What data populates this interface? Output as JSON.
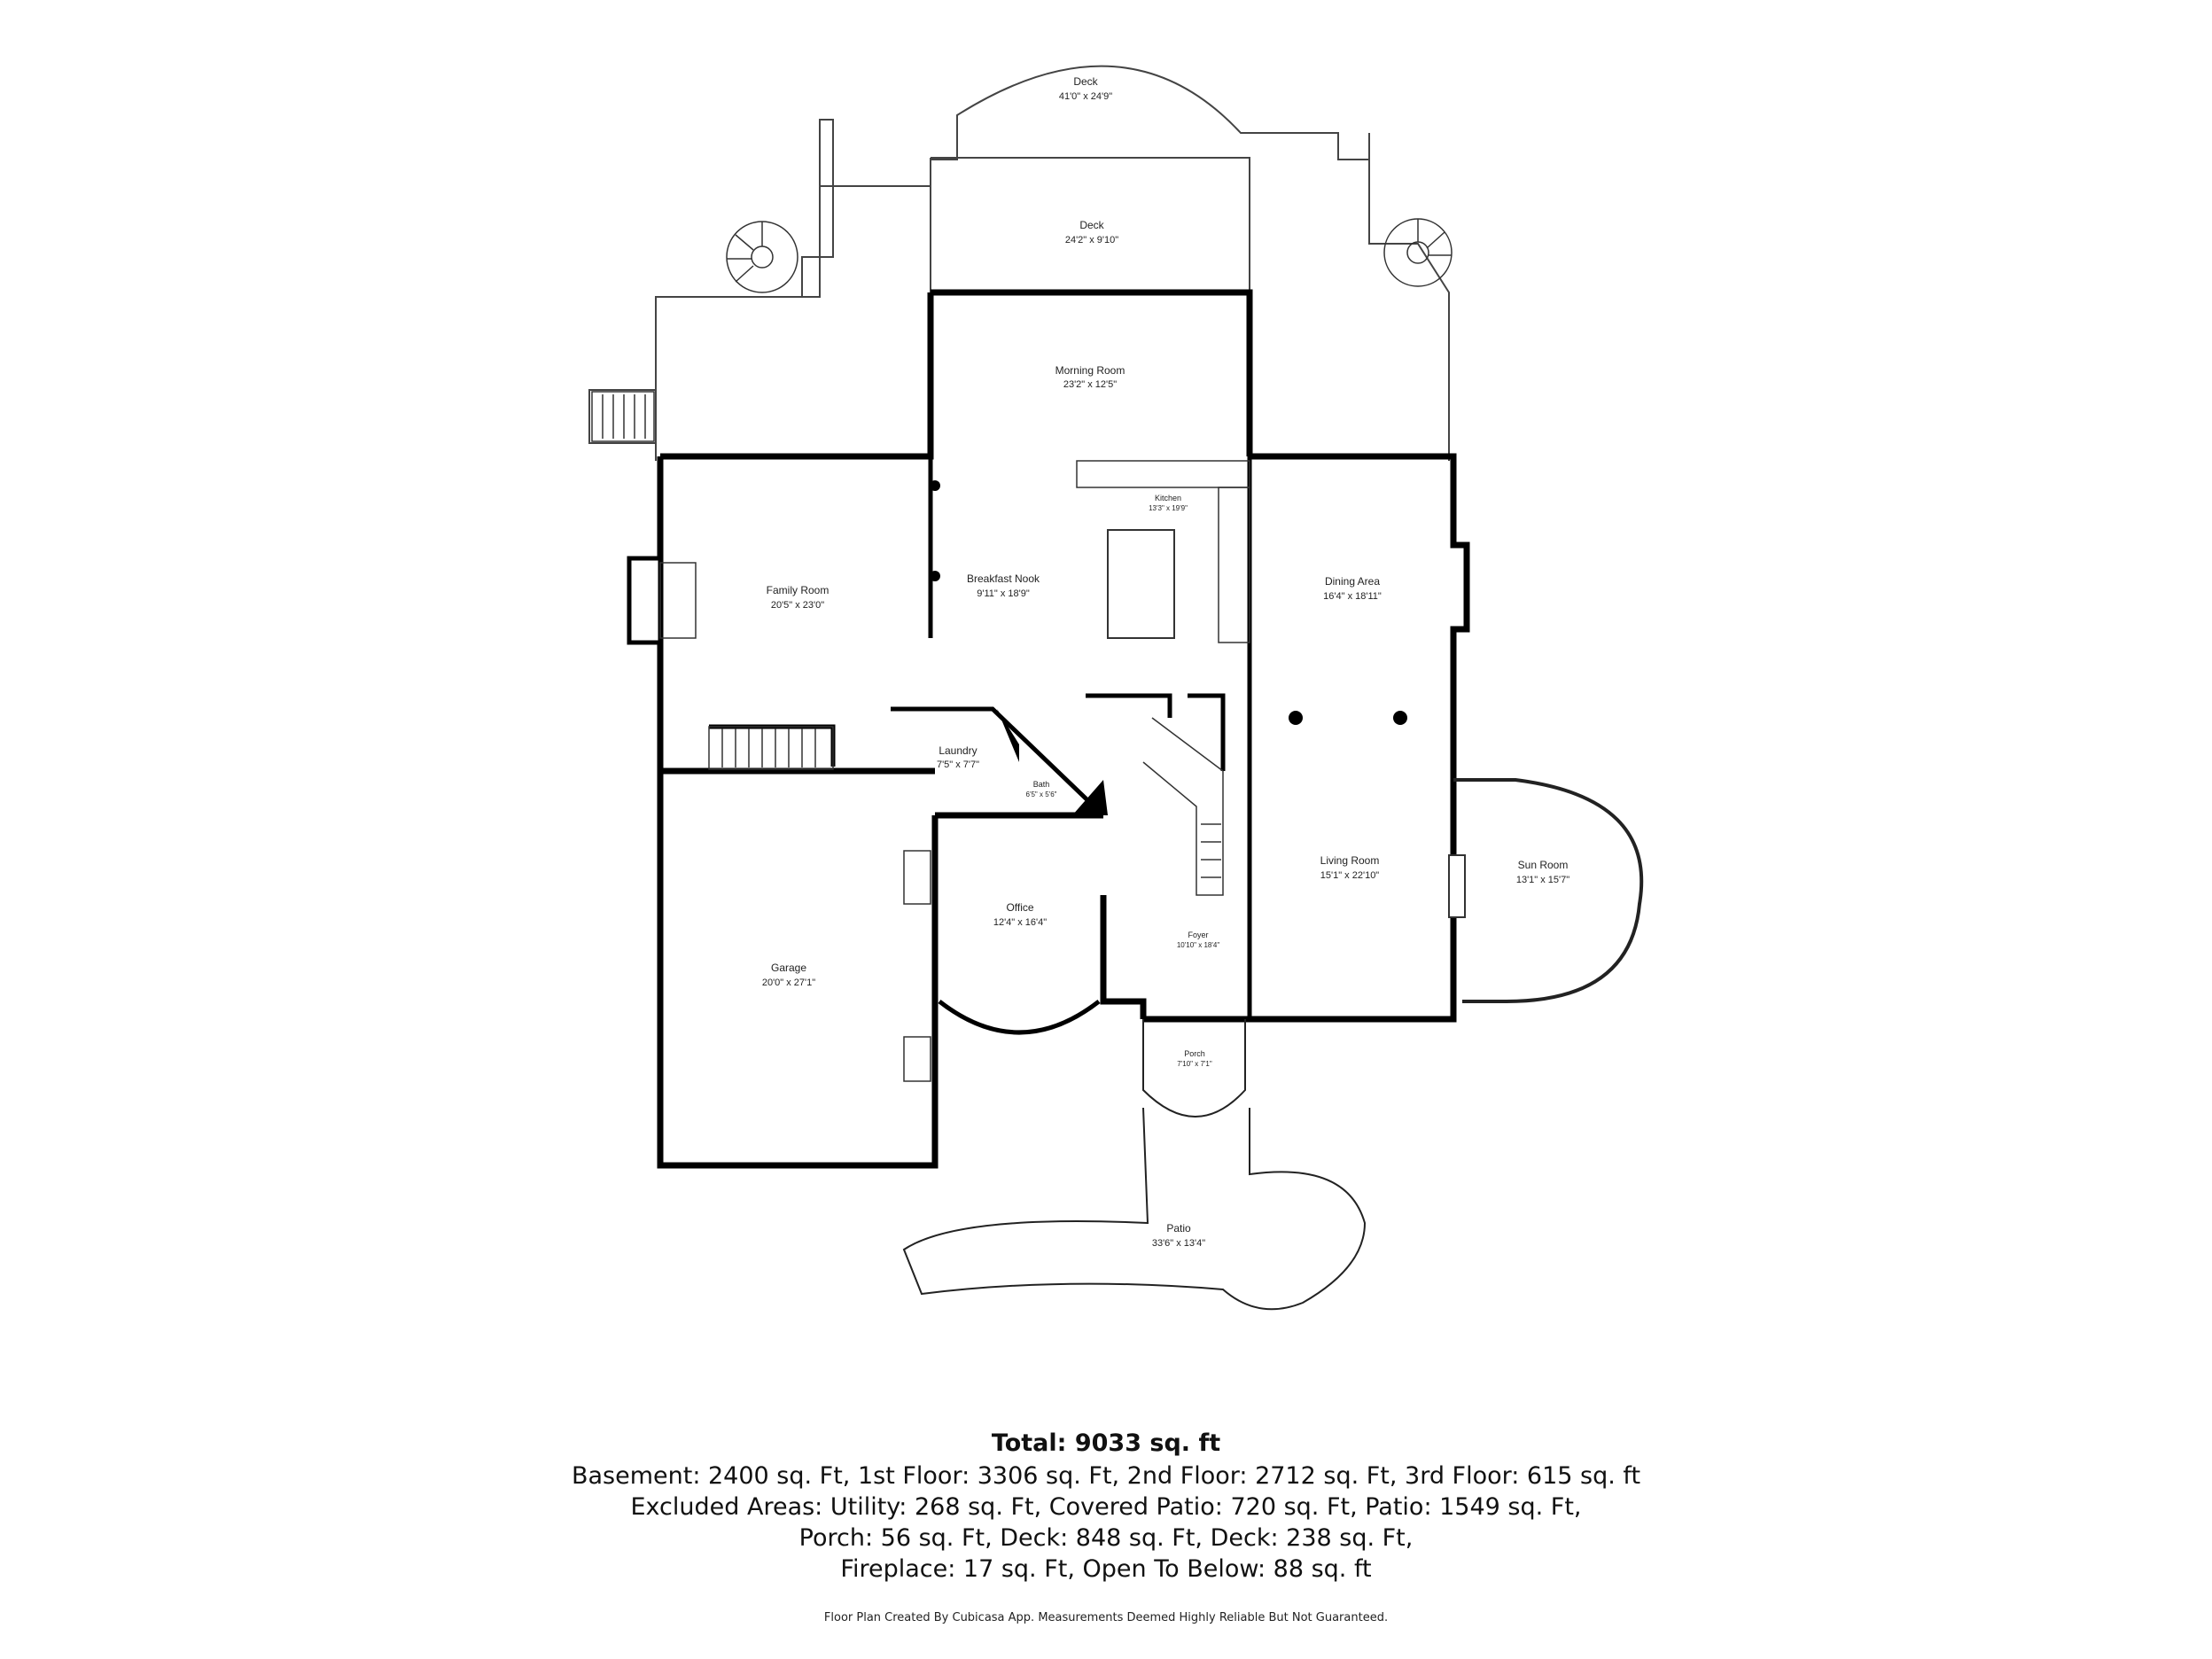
{
  "rooms": {
    "deck_top": {
      "name": "Deck",
      "dims": "41'0\" x 24'9\""
    },
    "deck_mid": {
      "name": "Deck",
      "dims": "24'2\" x 9'10\""
    },
    "morning_room": {
      "name": "Morning Room",
      "dims": "23'2\" x 12'5\""
    },
    "kitchen": {
      "name": "Kitchen",
      "dims": "13'3\" x 19'9\""
    },
    "family_room": {
      "name": "Family Room",
      "dims": "20'5\" x 23'0\""
    },
    "breakfast_nook": {
      "name": "Breakfast Nook",
      "dims": "9'11\" x 18'9\""
    },
    "dining_area": {
      "name": "Dining Area",
      "dims": "16'4\" x 18'11\""
    },
    "laundry": {
      "name": "Laundry",
      "dims": "7'5\" x 7'7\""
    },
    "bath": {
      "name": "Bath",
      "dims": "6'5\" x 5'6\""
    },
    "living_room": {
      "name": "Living Room",
      "dims": "15'1\" x 22'10\""
    },
    "sun_room": {
      "name": "Sun Room",
      "dims": "13'1\" x 15'7\""
    },
    "office": {
      "name": "Office",
      "dims": "12'4\" x 16'4\""
    },
    "foyer": {
      "name": "Foyer",
      "dims": "10'10\" x 18'4\""
    },
    "garage": {
      "name": "Garage",
      "dims": "20'0\" x 27'1\""
    },
    "porch": {
      "name": "Porch",
      "dims": "7'10\" x 7'1\""
    },
    "patio": {
      "name": "Patio",
      "dims": "33'6\" x 13'4\""
    }
  },
  "summary": {
    "total": "Total: 9033 sq. ft",
    "line1": "Basement: 2400 sq. Ft, 1st Floor: 3306 sq. Ft, 2nd Floor: 2712 sq. Ft, 3rd Floor: 615 sq. ft",
    "line2": "Excluded Areas: Utility: 268 sq. Ft, Covered Patio: 720 sq. Ft, Patio: 1549 sq. Ft,",
    "line3": "Porch: 56 sq. Ft, Deck: 848 sq. Ft, Deck: 238 sq. Ft,",
    "line4": "Fireplace: 17 sq. Ft, Open To Below: 88 sq. ft"
  },
  "disclaimer": "Floor Plan Created By Cubicasa App. Measurements Deemed Highly Reliable But Not Guaranteed.",
  "colors": {
    "wall": "#000000",
    "thin_line": "#333333",
    "background": "#ffffff"
  }
}
